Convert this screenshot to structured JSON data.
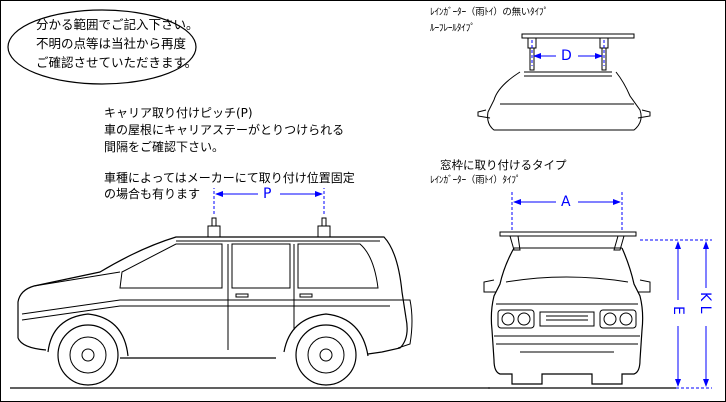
{
  "colors": {
    "line": "#000000",
    "dimension": "#0000ff",
    "background": "#ffffff"
  },
  "notice": {
    "line1": "分かる範囲でご記入下さい。",
    "line2": "不明の点等は当社から再度",
    "line3": "ご確認させていただきます。"
  },
  "carrier_pitch": {
    "heading": "キャリア取り付けピッチ(P)",
    "line1": "車の屋根にキャリアステーがとりつけられる",
    "line2": "間隔をご確認下さい。",
    "line3": "車種によってはメーカーにて取り付け位置固定",
    "line4": "の場合も有ります"
  },
  "no_gutter": {
    "title": "ﾚｲﾝｶﾞｰﾀｰ（雨ﾄｲ）の無いﾀｲﾌﾟ",
    "subtitle": "ﾙｰﾌﾚｰﾙﾀｲﾌﾟ"
  },
  "window_frame": {
    "title": "窓枠に取り付けるタイプ",
    "subtitle": "ﾚｲﾝｶﾞｰﾀｰ（雨ﾄｲ）ﾀｲﾌﾟ"
  },
  "dimensions": {
    "p": "P",
    "d": "D",
    "a": "A",
    "e": "E",
    "kl": "K L"
  }
}
